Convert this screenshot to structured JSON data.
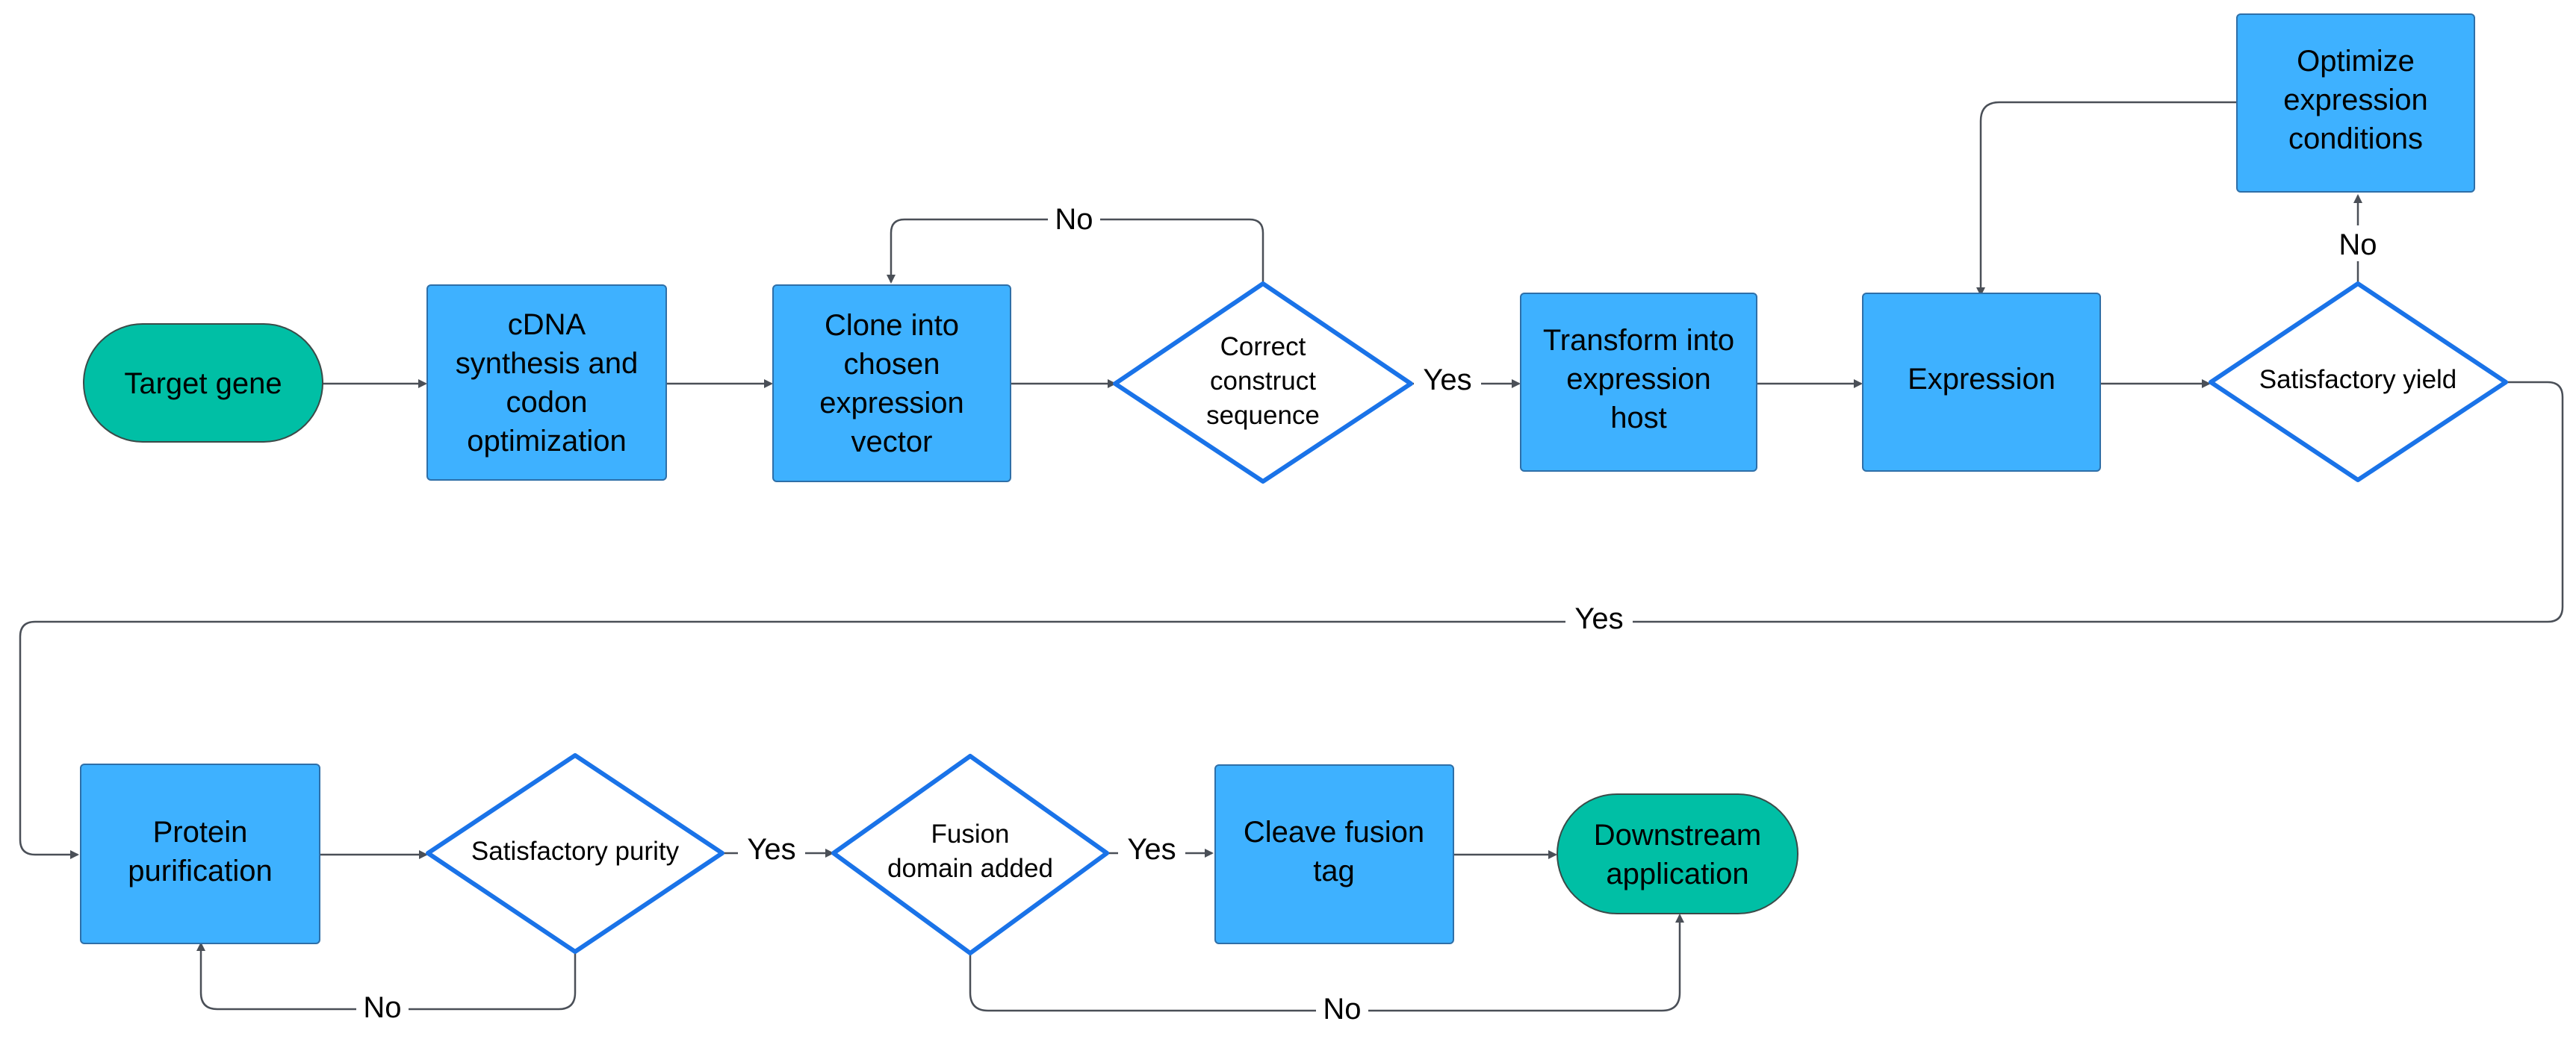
{
  "colors": {
    "start_end_fill": "#00BFA5",
    "process_fill": "#3EB1FF",
    "process_stroke": "#2E6FA8",
    "decision_stroke": "#1A73E8",
    "decision_fill": "#FFFFFF",
    "edge": "#4A4F57",
    "label_text": "#000000"
  },
  "nodes": {
    "target_gene": {
      "lines": [
        "Target gene"
      ]
    },
    "cdna_synthesis": {
      "lines": [
        "cDNA",
        "synthesis and",
        "codon",
        "optimization"
      ]
    },
    "clone_vector": {
      "lines": [
        "Clone into",
        "chosen",
        "expression",
        "vector"
      ]
    },
    "correct_construct": {
      "lines": [
        "Correct",
        "construct",
        "sequence"
      ]
    },
    "transform_host": {
      "lines": [
        "Transform into",
        "expression",
        "host"
      ]
    },
    "expression": {
      "lines": [
        "Expression"
      ]
    },
    "optimize_conditions": {
      "lines": [
        "Optimize",
        "expression",
        "conditions"
      ]
    },
    "satisfactory_yield": {
      "lines": [
        "Satisfactory yield"
      ]
    },
    "protein_purification": {
      "lines": [
        "Protein",
        "purification"
      ]
    },
    "satisfactory_purity": {
      "lines": [
        "Satisfactory purity"
      ]
    },
    "fusion_domain": {
      "lines": [
        "Fusion",
        "domain added"
      ]
    },
    "cleave_tag": {
      "lines": [
        "Cleave fusion",
        "tag"
      ]
    },
    "downstream_application": {
      "lines": [
        "Downstream",
        "application"
      ]
    }
  },
  "edge_labels": {
    "construct_no": "No",
    "construct_yes": "Yes",
    "yield_no": "No",
    "yield_yes": "Yes",
    "purity_yes": "Yes",
    "purity_no": "No",
    "fusion_yes": "Yes",
    "fusion_no": "No"
  }
}
